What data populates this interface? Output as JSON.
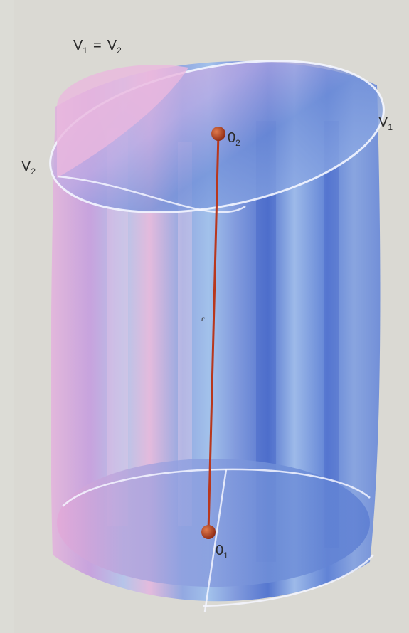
{
  "figure": {
    "labels": {
      "equation": {
        "v1": "V",
        "sub1": "1",
        "eq": "=",
        "v2": "V",
        "sub2": "2"
      },
      "V1": {
        "main": "V",
        "sub": "1"
      },
      "V2": {
        "main": "V",
        "sub": "2"
      },
      "O2": {
        "main": "0",
        "sub": "2"
      },
      "O1": {
        "main": "0",
        "sub": "1"
      }
    },
    "colors": {
      "cylinder_blue": "#5a7fd6",
      "cylinder_pink": "#e0a9d6",
      "segment": "#b8371d",
      "point": "#a2331b",
      "paper": "#dcdcd6"
    }
  }
}
